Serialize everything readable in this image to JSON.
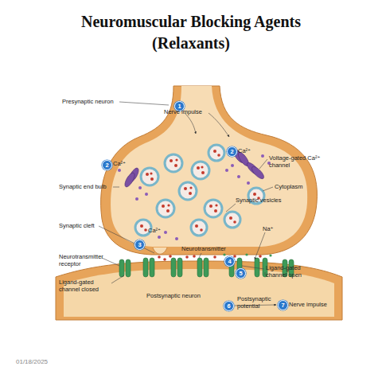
{
  "diagram": {
    "title": "Neuromuscular Blocking Agents (Relaxants)",
    "labels": [
      "Presynaptic neuron",
      "1",
      "Nerve impulse",
      "2",
      "Ca²⁺",
      "Voltage-gated Ca²⁺ channel",
      "2",
      "Ca²⁺",
      "Synaptic end bulb",
      "Synaptic vesicles",
      "Cytoplasm",
      "Synaptic cleft",
      "3",
      "Ca²⁺",
      "Neurotransmitter",
      "Na⁺",
      "Neurotransmitter receptor",
      "4",
      "5",
      "Ligand-gated channel open",
      "Ligand-gated channel closed",
      "Postsynaptic neuron",
      "6",
      "Postsynaptic potential",
      "7",
      "Nerve impulse",
      "01/18/2025"
    ]
  }
}
